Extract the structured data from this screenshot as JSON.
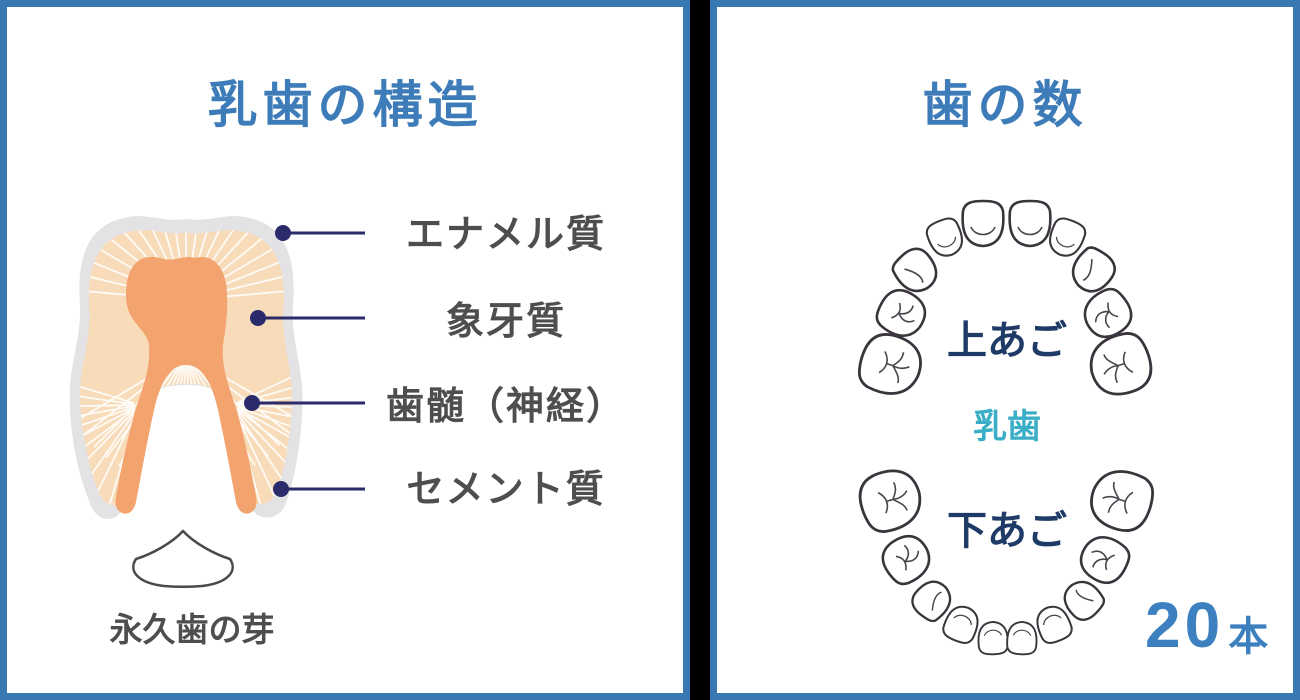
{
  "page": {
    "background": "#000000"
  },
  "left_panel": {
    "title": "乳歯の構造",
    "structure_labels": [
      "エナメル質",
      "象牙質",
      "歯髄（神経）",
      "セメント質"
    ],
    "bud_label": "永久歯の芽"
  },
  "right_panel": {
    "title": "歯の数",
    "upper_jaw_label": "上あご",
    "tooth_type_label": "乳歯",
    "lower_jaw_label": "下あご",
    "tooth_count": "20",
    "tooth_count_unit": "本"
  },
  "colors": {
    "panel_border": "#3879b4",
    "title_blue": "#3d7cb8",
    "label_gray": "#4f4d4d",
    "leader_indigo": "#2b2a6a",
    "enamel_gray": "#e3e2e4",
    "dentin_peach": "#f8dcba",
    "pulp_orange": "#f2a36e",
    "jaw_navy": "#1e3a66",
    "milk_teal": "#3aaec6",
    "count_blue": "#3d80c0",
    "tooth_outline": "#3a343c"
  }
}
